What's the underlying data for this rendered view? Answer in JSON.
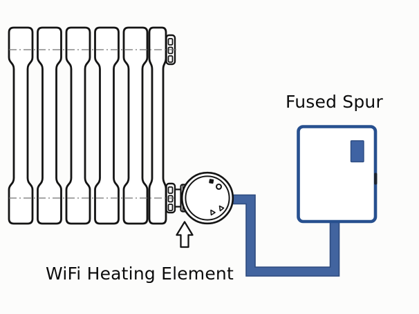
{
  "title": "Radiator WiFi heating element wiring diagram",
  "background": "#fcfcfb",
  "labels": {
    "fused_spur": "Fused Spur",
    "wifi_heating_element": "WiFi Heating Element"
  },
  "colors": {
    "line_art": "#141414",
    "centerline": "#707070",
    "cable": "#42649f",
    "cable_edge": "#2d4a7e",
    "box_border": "#27508f",
    "box_fill": "#ffffff",
    "fuse_switch": "#3f63a3",
    "label_text": "#0c0c0c"
  },
  "icons": {
    "radiator": "column-radiator-line-drawing",
    "radiator_end_cap": "slotted-end-cap",
    "bushing": "ribbed-bushing-nut",
    "element_head": "round-thermostat-head",
    "element_button_square": "display-square-icon",
    "element_button_ring": "power-ring-icon",
    "element_button_triangles": "temperature-arrow-icons",
    "pointer": "up-arrow-outline-icon",
    "cable": "power-cable",
    "box": "fused-spur-box",
    "fuse": "fuse-switch-block"
  }
}
